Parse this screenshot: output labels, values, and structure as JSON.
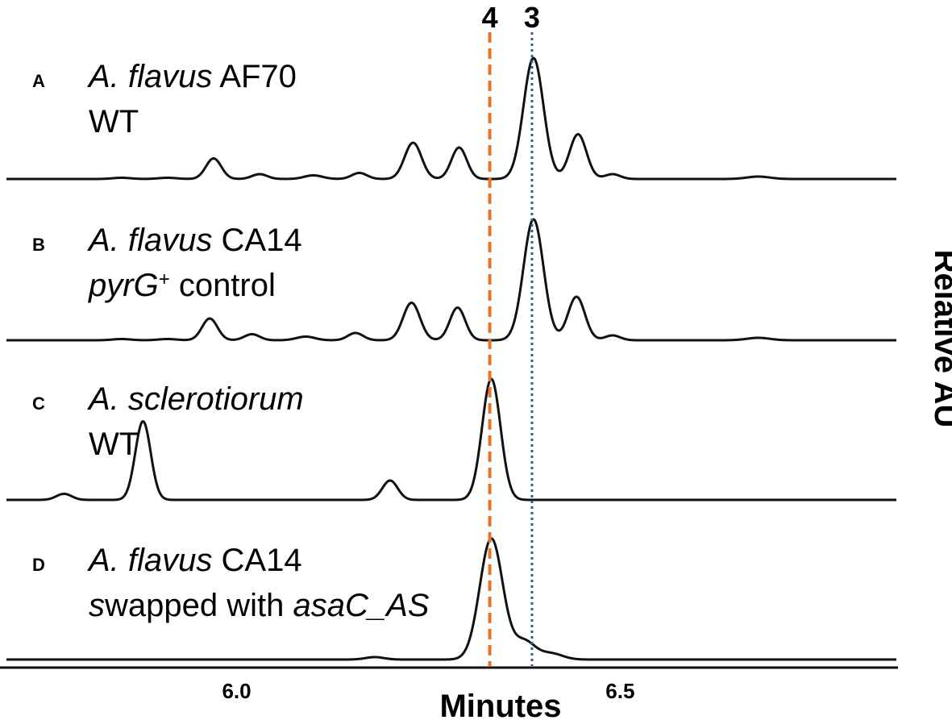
{
  "chart_data": {
    "type": "line",
    "xlabel": "Minutes",
    "ylabel": "Relative AU",
    "xlim": [
      5.7,
      6.86
    ],
    "x_ticks": [
      6.0,
      6.5
    ],
    "x_tick_labels": [
      "6.0",
      "6.5"
    ],
    "grid": false,
    "legend": "none",
    "reference_lines": [
      {
        "label": "4",
        "x": 6.33,
        "style": "dashed",
        "color": "#e8742a"
      },
      {
        "label": "3",
        "x": 6.385,
        "style": "dotted",
        "color": "#3a5a9a"
      }
    ],
    "panels": [
      {
        "letter": "A",
        "line1": [
          {
            "text": "A. flavus",
            "italic": true
          },
          {
            "text": " AF70",
            "italic": false
          }
        ],
        "line2": [
          {
            "text": "WT",
            "italic": false
          }
        ],
        "peaks": [
          {
            "x": 5.85,
            "h": 0.01,
            "w": 0.012
          },
          {
            "x": 5.91,
            "h": 0.01,
            "w": 0.012
          },
          {
            "x": 5.97,
            "h": 0.17,
            "w": 0.01
          },
          {
            "x": 6.03,
            "h": 0.04,
            "w": 0.01
          },
          {
            "x": 6.1,
            "h": 0.03,
            "w": 0.012
          },
          {
            "x": 6.16,
            "h": 0.05,
            "w": 0.01
          },
          {
            "x": 6.23,
            "h": 0.3,
            "w": 0.011
          },
          {
            "x": 6.29,
            "h": 0.26,
            "w": 0.01
          },
          {
            "x": 6.387,
            "h": 1.0,
            "w": 0.013
          },
          {
            "x": 6.445,
            "h": 0.37,
            "w": 0.011
          },
          {
            "x": 6.49,
            "h": 0.04,
            "w": 0.01
          },
          {
            "x": 6.68,
            "h": 0.02,
            "w": 0.015
          }
        ]
      },
      {
        "letter": "B",
        "line1": [
          {
            "text": "A. flavus",
            "italic": true
          },
          {
            "text": " CA14",
            "italic": false
          }
        ],
        "line2": [
          {
            "text": "pyrG",
            "italic": true
          },
          {
            "text": "+",
            "italic": false,
            "sup": true
          },
          {
            "text": " control",
            "italic": false
          }
        ],
        "peaks": [
          {
            "x": 5.85,
            "h": 0.01,
            "w": 0.012
          },
          {
            "x": 5.91,
            "h": 0.01,
            "w": 0.012
          },
          {
            "x": 5.965,
            "h": 0.18,
            "w": 0.01
          },
          {
            "x": 6.02,
            "h": 0.05,
            "w": 0.01
          },
          {
            "x": 6.09,
            "h": 0.03,
            "w": 0.012
          },
          {
            "x": 6.155,
            "h": 0.06,
            "w": 0.01
          },
          {
            "x": 6.228,
            "h": 0.31,
            "w": 0.011
          },
          {
            "x": 6.288,
            "h": 0.27,
            "w": 0.01
          },
          {
            "x": 6.387,
            "h": 1.0,
            "w": 0.013
          },
          {
            "x": 6.443,
            "h": 0.36,
            "w": 0.011
          },
          {
            "x": 6.49,
            "h": 0.04,
            "w": 0.01
          },
          {
            "x": 6.68,
            "h": 0.02,
            "w": 0.015
          }
        ]
      },
      {
        "letter": "C",
        "line1": [
          {
            "text": "A. sclerotiorum",
            "italic": true
          }
        ],
        "line2": [
          {
            "text": "WT",
            "italic": false
          }
        ],
        "peaks": [
          {
            "x": 5.775,
            "h": 0.05,
            "w": 0.01
          },
          {
            "x": 5.878,
            "h": 0.65,
            "w": 0.01
          },
          {
            "x": 6.2,
            "h": 0.16,
            "w": 0.01
          },
          {
            "x": 6.332,
            "h": 1.0,
            "w": 0.012
          }
        ]
      },
      {
        "letter": "D",
        "line1": [
          {
            "text": "A. flavus",
            "italic": true
          },
          {
            "text": " CA14",
            "italic": false
          }
        ],
        "line2": [
          {
            "text": "s",
            "italic": true
          },
          {
            "text": "wapped with ",
            "italic": false
          },
          {
            "text": "asaC_AS",
            "italic": true
          }
        ],
        "peaks": [
          {
            "x": 6.18,
            "h": 0.02,
            "w": 0.012
          },
          {
            "x": 6.332,
            "h": 1.0,
            "w": 0.015
          },
          {
            "x": 6.375,
            "h": 0.15,
            "w": 0.014
          },
          {
            "x": 6.41,
            "h": 0.05,
            "w": 0.015
          }
        ]
      }
    ]
  }
}
